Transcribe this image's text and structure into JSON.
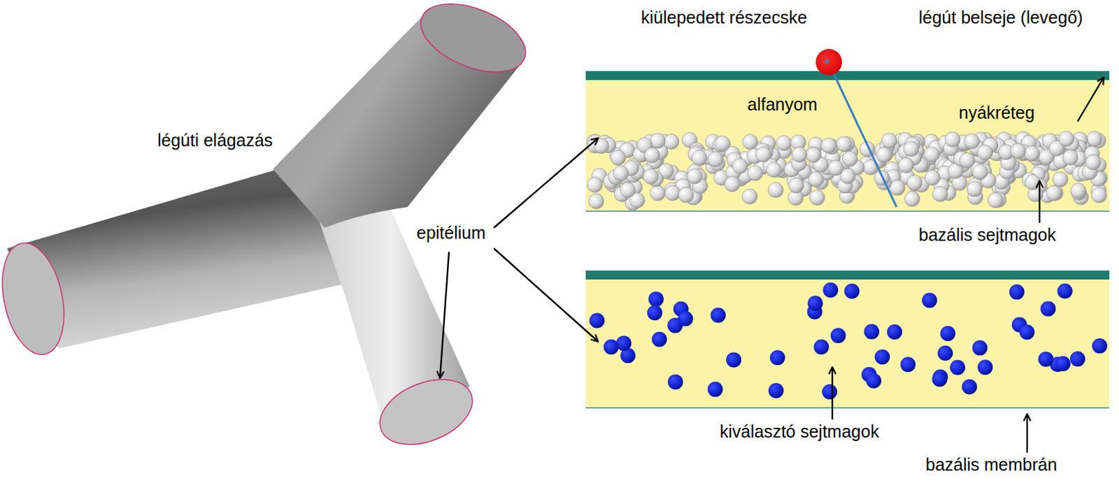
{
  "diagram": {
    "labels": [
      "légúti elágazás",
      "kiülepedett részecske",
      "légút belseje (levegő)",
      "alfanyom",
      "nyákréteg",
      "epitélium",
      "bazális sejtmagok",
      "kiválasztó sejtmagok",
      "bazális membrán"
    ]
  }
}
